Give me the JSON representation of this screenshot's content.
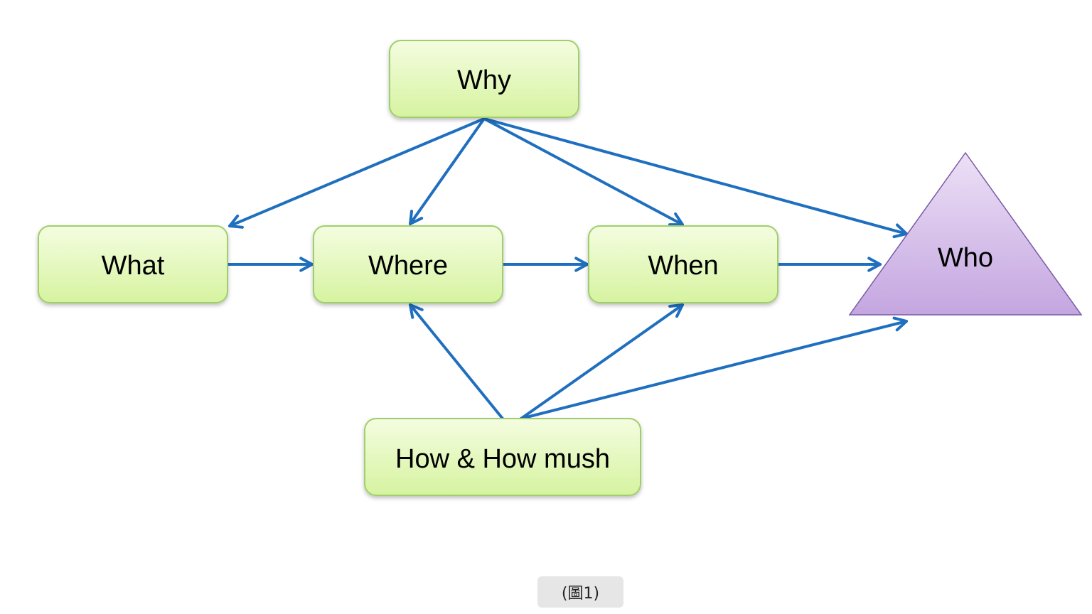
{
  "nodes": {
    "why": {
      "label": "Why"
    },
    "what": {
      "label": "What"
    },
    "where": {
      "label": "Where"
    },
    "when": {
      "label": "When"
    },
    "how": {
      "label": "How & How mush"
    },
    "who": {
      "label": "Who"
    }
  },
  "edges": [
    {
      "from": "why",
      "to": "what"
    },
    {
      "from": "why",
      "to": "where"
    },
    {
      "from": "why",
      "to": "when"
    },
    {
      "from": "why",
      "to": "who"
    },
    {
      "from": "what",
      "to": "where"
    },
    {
      "from": "where",
      "to": "when"
    },
    {
      "from": "when",
      "to": "who"
    },
    {
      "from": "how",
      "to": "where"
    },
    {
      "from": "how",
      "to": "when"
    },
    {
      "from": "how",
      "to": "who"
    }
  ],
  "caption": "(圖1)",
  "colors": {
    "box_fill_top": "#f4fde0",
    "box_fill_bottom": "#d6f3a0",
    "box_stroke": "#9fcf6a",
    "arrow": "#1f6fbf",
    "triangle_fill_top": "#ece0f6",
    "triangle_fill_bottom": "#c4a6e0",
    "triangle_stroke": "#7a5aa8"
  }
}
